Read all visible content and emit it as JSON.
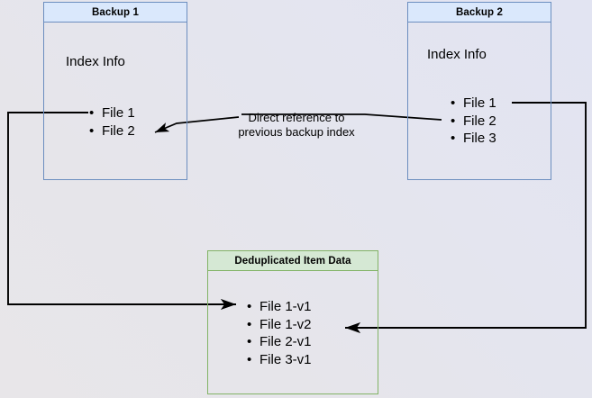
{
  "diagram": {
    "title": "Backup deduplication index reference diagram",
    "background": {
      "from_color": "#e8e6e9",
      "to_color": "#e2e4f2"
    },
    "colors": {
      "blue_fill": "#dae8fc",
      "blue_stroke": "#6c8ebf",
      "green_fill": "#d5e8d4",
      "green_stroke": "#82b366",
      "edge_stroke": "#000000",
      "text": "#000000"
    },
    "boxes": [
      {
        "id": "backup1",
        "title": "Backup 1",
        "section_label": "Index Info",
        "items": [
          "File 1",
          "File 2"
        ]
      },
      {
        "id": "backup2",
        "title": "Backup 2",
        "section_label": "Index Info",
        "items": [
          "File 1",
          "File 2",
          "File 3"
        ]
      },
      {
        "id": "dedup",
        "title": "Deduplicated Item Data",
        "items": [
          "File 1-v1",
          "File 1-v2",
          "File 2-v1",
          "File 3-v1"
        ]
      }
    ],
    "edge_labels": [
      {
        "id": "direct-reference",
        "line1": "Direct reference to",
        "line2": "previous backup index"
      }
    ]
  }
}
